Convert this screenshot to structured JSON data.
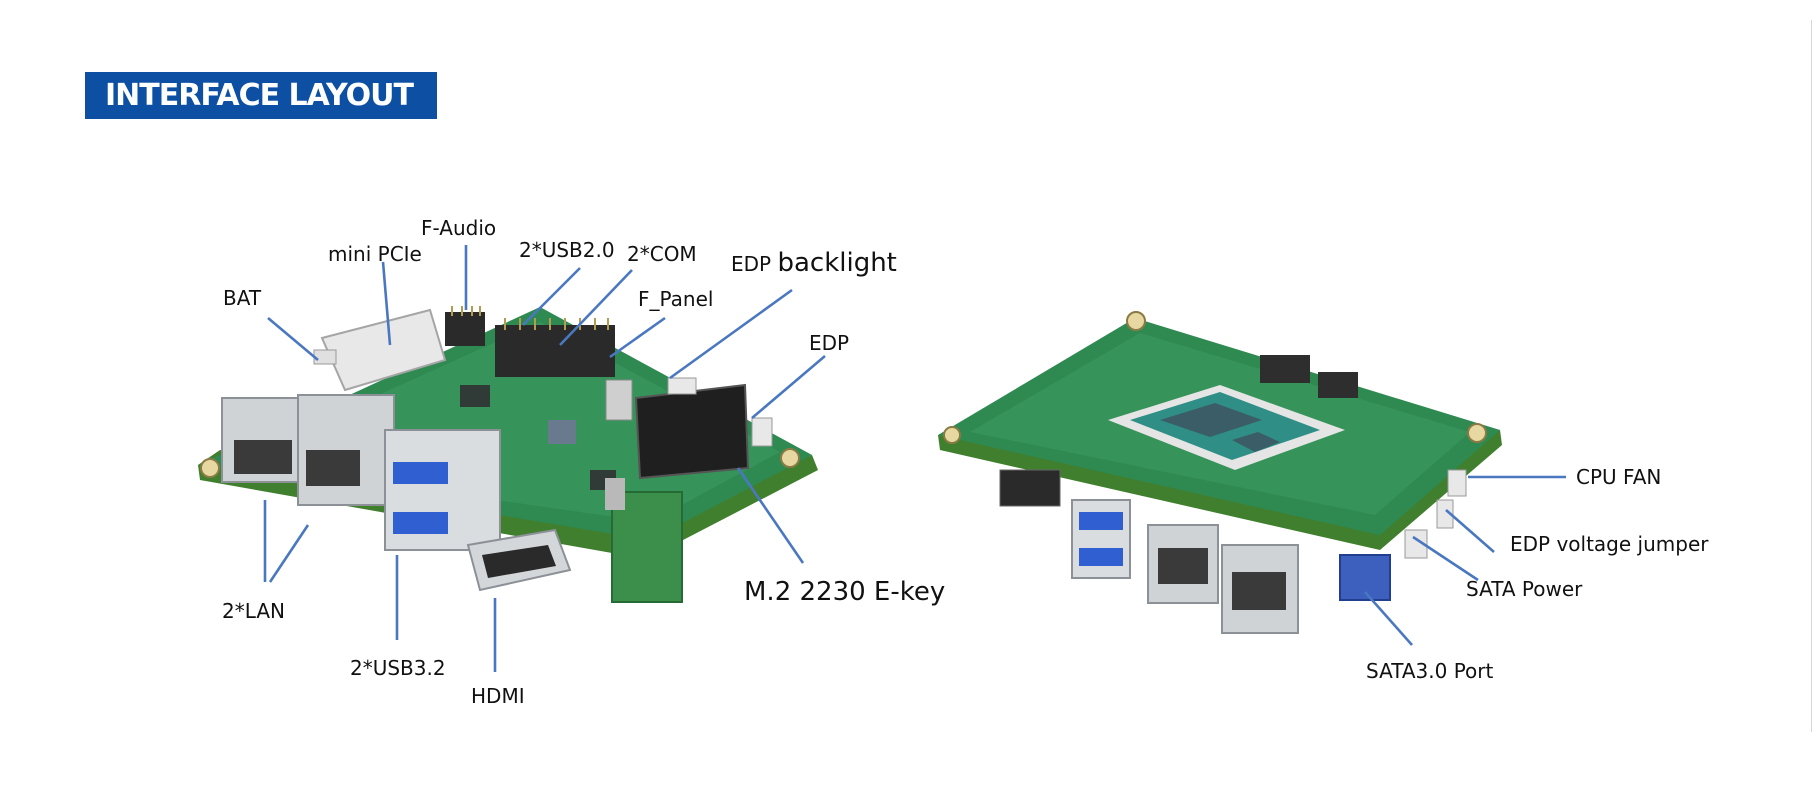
{
  "title": "INTERFACE LAYOUT",
  "colors": {
    "title_bg": "#0d4fa3",
    "leader": "#4a78c0",
    "pcb": "#2f8a52",
    "pcb_edge": "#3f7f2e"
  },
  "front_board": {
    "labels": {
      "bat": "BAT",
      "mini_pcie": "mini PCIe",
      "f_audio": "F-Audio",
      "usb2": "2*USB2.0",
      "com": "2*COM",
      "edp_backlight_a": "EDP",
      "edp_backlight_b": "backlight",
      "f_panel": "F_Panel",
      "edp": "EDP",
      "lan": "2*LAN",
      "usb32": "2*USB3.2",
      "hdmi": "HDMI",
      "m2": "M.2 2230 E-key"
    }
  },
  "back_board": {
    "labels": {
      "cpu_fan": "CPU FAN",
      "edp_jumper": "EDP voltage jumper",
      "sata_power": "SATA Power",
      "sata_port": "SATA3.0 Port"
    }
  }
}
